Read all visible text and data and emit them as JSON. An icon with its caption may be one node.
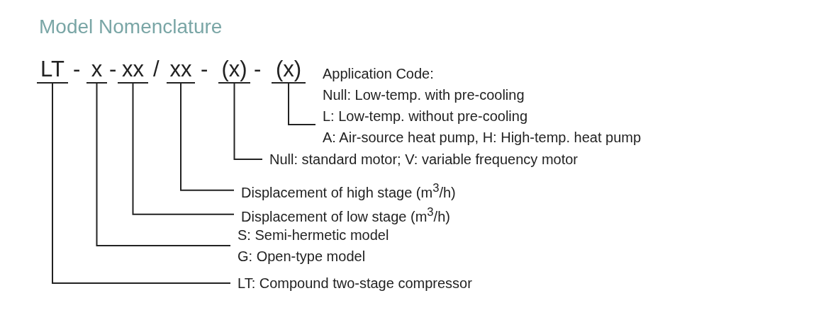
{
  "diagram": {
    "title": "Model Nomenclature",
    "nodes": [
      {
        "text": [
          "LT"
        ]
      },
      {
        "text": [
          "x"
        ]
      },
      {
        "text": [
          "xx"
        ]
      },
      {
        "text": [
          "xx"
        ]
      },
      {
        "text": [
          "(x)"
        ]
      },
      {
        "text": [
          "(x)"
        ]
      },
      {
        "text": [
          "Application Code:",
          "Null: Low-temp. with pre-cooling",
          "L: Low-temp. without pre-cooling",
          "A: Air-source heat pump, H: High-temp. heat pump"
        ]
      },
      {
        "text": [
          "Null: standard motor; V: variable frequency motor"
        ]
      },
      {
        "text": [
          "Displacement of high stage (m$^{3}$/h)"
        ]
      },
      {
        "text": [
          "Displacement of low stage (m$^{3}$/h)"
        ]
      },
      {
        "text": [
          "S: Semi-hermetic model",
          "G: Open-type model"
        ]
      },
      {
        "text": [
          "LT: Compound two-stage compressor"
        ]
      }
    ],
    "edges": [
      {
        "from": 5,
        "to": 6,
        "arrow": "none"
      },
      {
        "from": 4,
        "to": 7,
        "arrow": "none"
      },
      {
        "from": 3,
        "to": 8,
        "arrow": "none"
      },
      {
        "from": 2,
        "to": 9,
        "arrow": "none"
      },
      {
        "from": 1,
        "to": 10,
        "arrow": "none"
      },
      {
        "from": 0,
        "to": 11,
        "arrow": "none"
      }
    ],
    "labels": [
      "-",
      "-",
      "/",
      "-",
      "-"
    ]
  }
}
